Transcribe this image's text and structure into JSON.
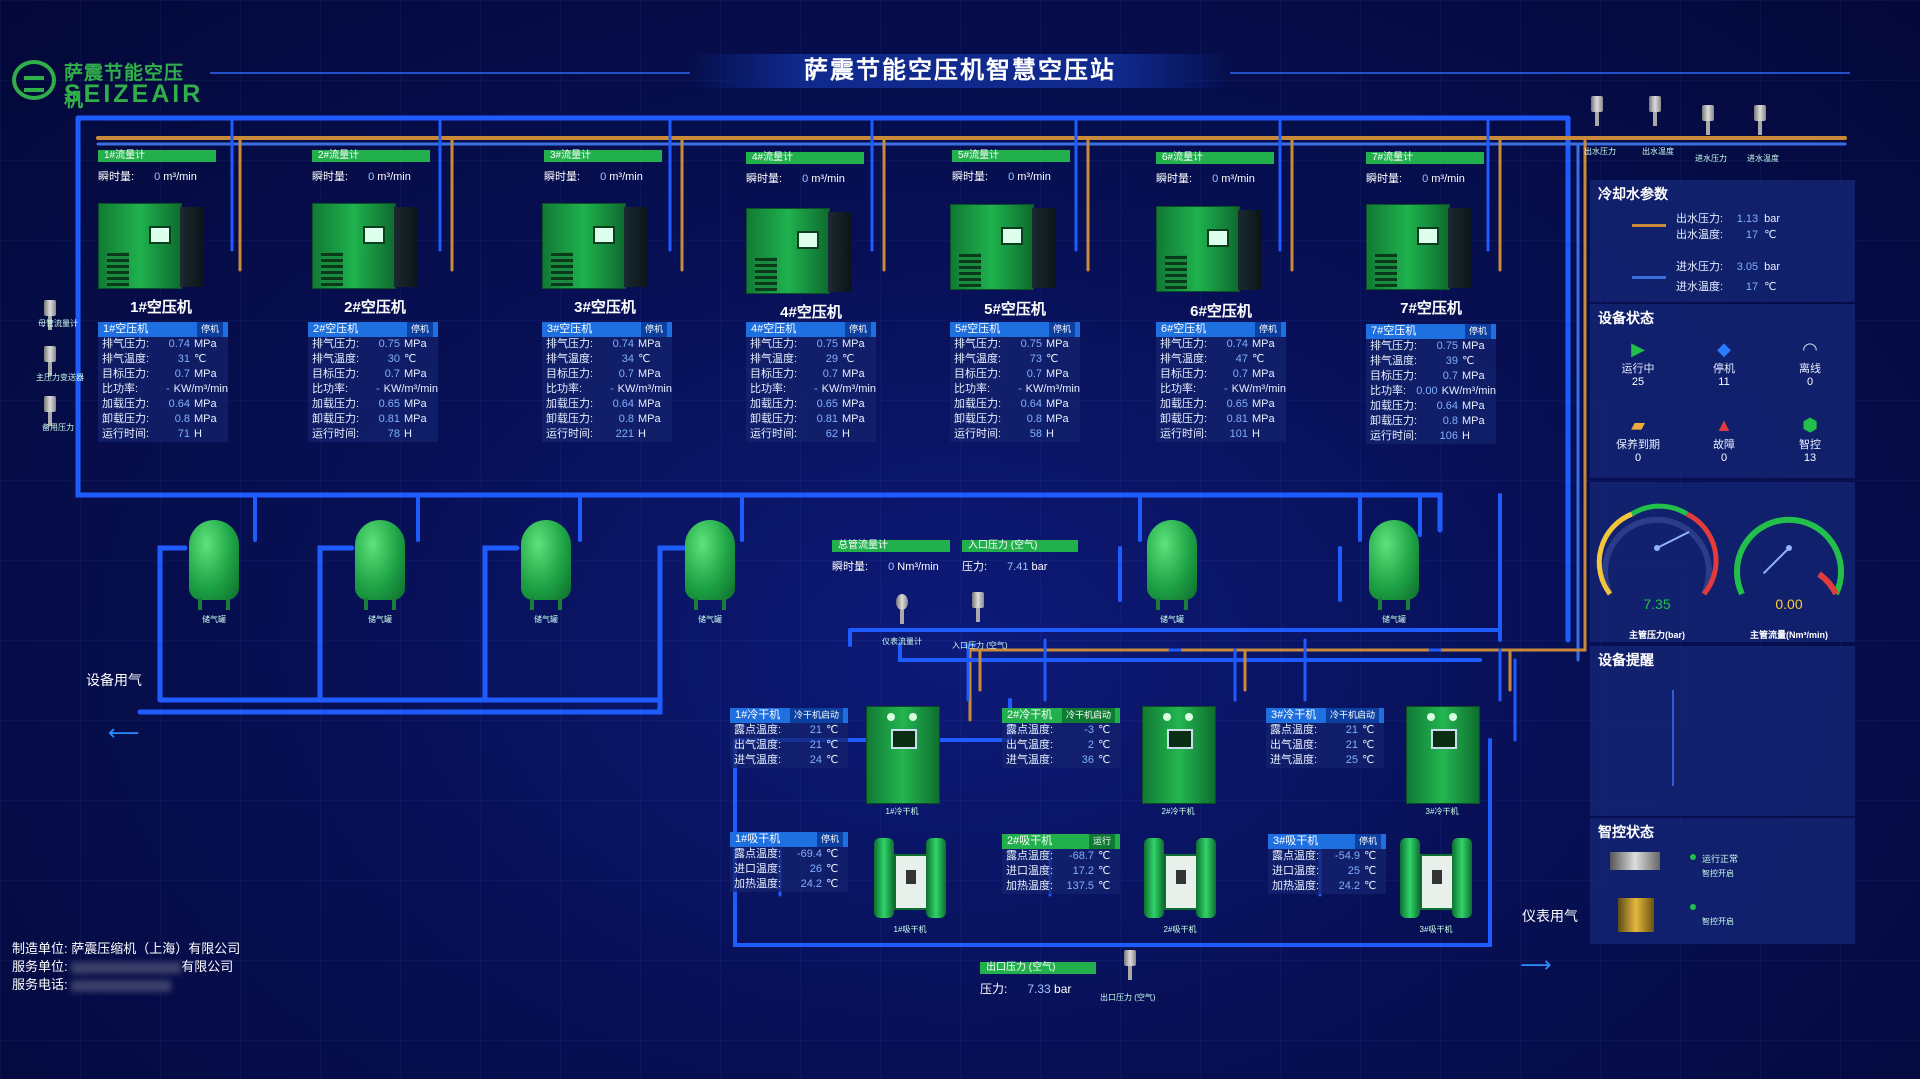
{
  "brand": {
    "cn": "萨震节能空压机",
    "en": "SEIZEAIR"
  },
  "title": "萨震节能空压机智慧空压站",
  "flowmeters": [
    {
      "name": "1#流量计",
      "key": "瞬时量:",
      "value": "0",
      "unit": "m³/min"
    },
    {
      "name": "2#流量计",
      "key": "瞬时量:",
      "value": "0",
      "unit": "m³/min"
    },
    {
      "name": "3#流量计",
      "key": "瞬时量:",
      "value": "0",
      "unit": "m³/min"
    },
    {
      "name": "4#流量计",
      "key": "瞬时量:",
      "value": "0",
      "unit": "m³/min"
    },
    {
      "name": "5#流量计",
      "key": "瞬时量:",
      "value": "0",
      "unit": "m³/min"
    },
    {
      "name": "6#流量计",
      "key": "瞬时量:",
      "value": "0",
      "unit": "m³/min"
    },
    {
      "name": "7#流量计",
      "key": "瞬时量:",
      "value": "0",
      "unit": "m³/min"
    }
  ],
  "compressors": [
    {
      "label": "1#空压机",
      "header": "1#空压机",
      "status": "停机",
      "rows": [
        [
          "排气压力:",
          "0.74",
          "MPa"
        ],
        [
          "排气温度:",
          "31",
          "℃"
        ],
        [
          "目标压力:",
          "0.7",
          "MPa"
        ],
        [
          "比功率:",
          "-",
          "KW/m³/min"
        ],
        [
          "加载压力:",
          "0.64",
          "MPa"
        ],
        [
          "卸载压力:",
          "0.8",
          "MPa"
        ],
        [
          "运行时间:",
          "71",
          "H"
        ]
      ]
    },
    {
      "label": "2#空压机",
      "header": "2#空压机",
      "status": "停机",
      "rows": [
        [
          "排气压力:",
          "0.75",
          "MPa"
        ],
        [
          "排气温度:",
          "30",
          "℃"
        ],
        [
          "目标压力:",
          "0.7",
          "MPa"
        ],
        [
          "比功率:",
          "-",
          "KW/m³/min"
        ],
        [
          "加载压力:",
          "0.65",
          "MPa"
        ],
        [
          "卸载压力:",
          "0.81",
          "MPa"
        ],
        [
          "运行时间:",
          "78",
          "H"
        ]
      ]
    },
    {
      "label": "3#空压机",
      "header": "3#空压机",
      "status": "停机",
      "rows": [
        [
          "排气压力:",
          "0.74",
          "MPa"
        ],
        [
          "排气温度:",
          "34",
          "℃"
        ],
        [
          "目标压力:",
          "0.7",
          "MPa"
        ],
        [
          "比功率:",
          "-",
          "KW/m³/min"
        ],
        [
          "加载压力:",
          "0.64",
          "MPa"
        ],
        [
          "卸载压力:",
          "0.8",
          "MPa"
        ],
        [
          "运行时间:",
          "221",
          "H"
        ]
      ]
    },
    {
      "label": "4#空压机",
      "header": "4#空压机",
      "status": "停机",
      "rows": [
        [
          "排气压力:",
          "0.75",
          "MPa"
        ],
        [
          "排气温度:",
          "29",
          "℃"
        ],
        [
          "目标压力:",
          "0.7",
          "MPa"
        ],
        [
          "比功率:",
          "-",
          "KW/m³/min"
        ],
        [
          "加载压力:",
          "0.65",
          "MPa"
        ],
        [
          "卸载压力:",
          "0.81",
          "MPa"
        ],
        [
          "运行时间:",
          "62",
          "H"
        ]
      ]
    },
    {
      "label": "5#空压机",
      "header": "5#空压机",
      "status": "停机",
      "rows": [
        [
          "排气压力:",
          "0.75",
          "MPa"
        ],
        [
          "排气温度:",
          "73",
          "℃"
        ],
        [
          "目标压力:",
          "0.7",
          "MPa"
        ],
        [
          "比功率:",
          "-",
          "KW/m³/min"
        ],
        [
          "加载压力:",
          "0.64",
          "MPa"
        ],
        [
          "卸载压力:",
          "0.8",
          "MPa"
        ],
        [
          "运行时间:",
          "58",
          "H"
        ]
      ]
    },
    {
      "label": "6#空压机",
      "header": "6#空压机",
      "status": "停机",
      "rows": [
        [
          "排气压力:",
          "0.74",
          "MPa"
        ],
        [
          "排气温度:",
          "47",
          "℃"
        ],
        [
          "目标压力:",
          "0.7",
          "MPa"
        ],
        [
          "比功率:",
          "-",
          "KW/m³/min"
        ],
        [
          "加载压力:",
          "0.65",
          "MPa"
        ],
        [
          "卸载压力:",
          "0.81",
          "MPa"
        ],
        [
          "运行时间:",
          "101",
          "H"
        ]
      ]
    },
    {
      "label": "7#空压机",
      "header": "7#空压机",
      "status": "停机",
      "rows": [
        [
          "排气压力:",
          "0.75",
          "MPa"
        ],
        [
          "排气温度:",
          "39",
          "℃"
        ],
        [
          "目标压力:",
          "0.7",
          "MPa"
        ],
        [
          "比功率:",
          "0.00",
          "KW/m³/min"
        ],
        [
          "加载压力:",
          "0.64",
          "MPa"
        ],
        [
          "卸载压力:",
          "0.8",
          "MPa"
        ],
        [
          "运行时间:",
          "106",
          "H"
        ]
      ]
    }
  ],
  "left_sensors": [
    "母管流量计",
    "主压力变送器",
    "备用压力"
  ],
  "tank_label": "储气罐",
  "main_flow": {
    "header": "总管流量计",
    "key": "瞬时量:",
    "value": "0",
    "unit": "Nm³/min"
  },
  "inlet_pressure": {
    "header": "入口压力 (空气)",
    "key": "压力:",
    "value": "7.41",
    "unit": "bar"
  },
  "mid_sensors": [
    "仪表流量计",
    "入口压力 (空气)"
  ],
  "equipment_air": "设备用气",
  "instrument_air": "仪表用气",
  "dryers": [
    {
      "header": "1#冷干机",
      "status": "冷干机启动",
      "rows": [
        [
          "露点温度:",
          "21",
          "℃"
        ],
        [
          "出气温度:",
          "21",
          "℃"
        ],
        [
          "进气温度:",
          "24",
          "℃"
        ]
      ],
      "label": "1#冷干机"
    },
    {
      "header": "2#冷干机",
      "status": "冷干机启动",
      "rows": [
        [
          "露点温度:",
          "-3",
          "℃"
        ],
        [
          "出气温度:",
          "2",
          "℃"
        ],
        [
          "进气温度:",
          "36",
          "℃"
        ]
      ],
      "label": "2#冷干机"
    },
    {
      "header": "3#冷干机",
      "status": "冷干机启动",
      "rows": [
        [
          "露点温度:",
          "21",
          "℃"
        ],
        [
          "出气温度:",
          "21",
          "℃"
        ],
        [
          "进气温度:",
          "25",
          "℃"
        ]
      ],
      "label": "3#冷干机"
    }
  ],
  "adsorbers": [
    {
      "header": "1#吸干机",
      "status": "停机",
      "rows": [
        [
          "露点温度:",
          "-69.4",
          "℃"
        ],
        [
          "进口温度:",
          "26",
          "℃"
        ],
        [
          "加热温度:",
          "24.2",
          "℃"
        ]
      ],
      "label": "1#吸干机"
    },
    {
      "header": "2#吸干机",
      "status": "运行",
      "rows": [
        [
          "露点温度:",
          "-68.7",
          "℃"
        ],
        [
          "进口温度:",
          "17.2",
          "℃"
        ],
        [
          "加热温度:",
          "137.5",
          "℃"
        ]
      ],
      "label": "2#吸干机"
    },
    {
      "header": "3#吸干机",
      "status": "停机",
      "rows": [
        [
          "露点温度:",
          "-54.9",
          "℃"
        ],
        [
          "进口温度:",
          "25",
          "℃"
        ],
        [
          "加热温度:",
          "24.2",
          "℃"
        ]
      ],
      "label": "3#吸干机"
    }
  ],
  "outlet_pressure": {
    "header": "出口压力 (空气)",
    "key": "压力:",
    "value": "7.33",
    "unit": "bar",
    "sensor": "出口压力 (空气)"
  },
  "top_sensors": [
    "出水压力",
    "出水温度",
    "进水压力",
    "进水温度"
  ],
  "cooling": {
    "title": "冷却水参数",
    "rows": [
      [
        "出水压力:",
        "1.13",
        "bar"
      ],
      [
        "出水温度:",
        "17",
        "℃"
      ],
      [
        "进水压力:",
        "3.05",
        "bar"
      ],
      [
        "进水温度:",
        "17",
        "℃"
      ]
    ]
  },
  "device_status": {
    "title": "设备状态",
    "items": [
      {
        "label": "运行中",
        "count": "25",
        "icon": "play-icon",
        "color": "#22c04a"
      },
      {
        "label": "停机",
        "count": "11",
        "icon": "pause-icon",
        "color": "#2b7bff"
      },
      {
        "label": "离线",
        "count": "0",
        "icon": "wifi-icon",
        "color": "#cfd6e6"
      },
      {
        "label": "保养到期",
        "count": "0",
        "icon": "calendar-icon",
        "color": "#f2a93b"
      },
      {
        "label": "故障",
        "count": "0",
        "icon": "warning-icon",
        "color": "#e23b3b"
      },
      {
        "label": "智控",
        "count": "13",
        "icon": "smart-icon",
        "color": "#22c04a"
      }
    ]
  },
  "gauges": [
    {
      "label": "主管压力(bar)",
      "value": "7.35",
      "color": "#22c04a",
      "level": 7.35,
      "max": 10
    },
    {
      "label": "主管流量(Nm³/min)",
      "value": "0.00",
      "color": "#ffcc33",
      "level": 0,
      "max": 100
    }
  ],
  "alerts": {
    "title": "设备提醒"
  },
  "smart": {
    "title": "智控状态",
    "items": [
      {
        "status": "运行正常",
        "sub": "智控开启"
      },
      {
        "status": "",
        "sub": "智控开启"
      }
    ]
  },
  "footer": {
    "maker_key": "制造单位:",
    "maker": "萨震压缩机（上海）有限公司",
    "service_key": "服务单位:",
    "service_suffix": "有限公司",
    "phone_key": "服务电话:"
  },
  "colors": {
    "pipe_air": "#1f5cff",
    "pipe_hot": "#c98a3a",
    "brand_green": "#2fae4a"
  }
}
